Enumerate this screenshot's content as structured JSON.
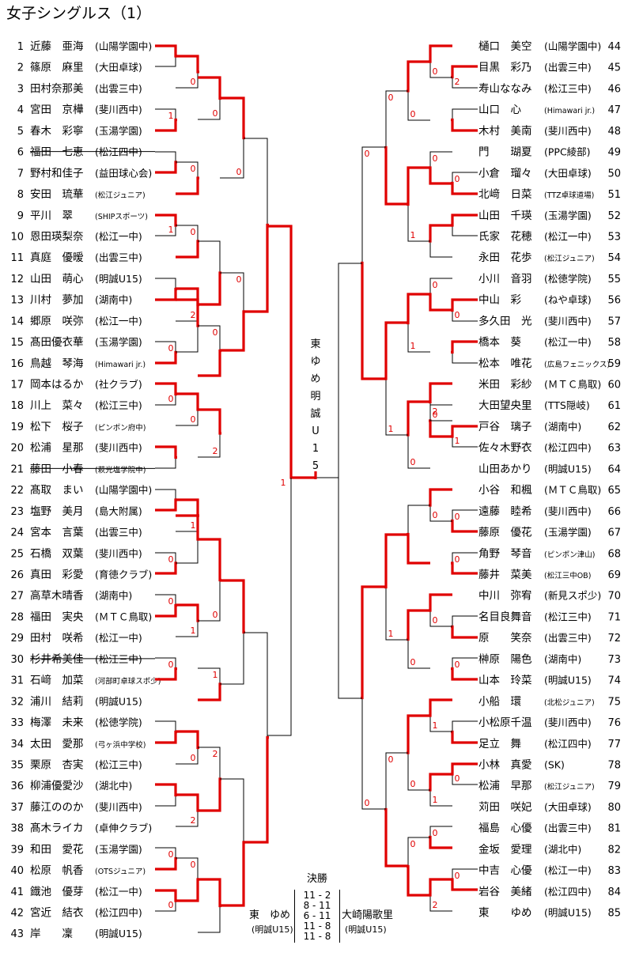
{
  "title": "女子シングルス（1）",
  "champion": [
    "東",
    "ゆ",
    "め",
    "明",
    "誠",
    "U",
    "1",
    "5"
  ],
  "final": {
    "heading": "決勝",
    "left_name": "東　ゆめ",
    "left_club": "(明誠U15)",
    "right_name": "大崎陽歌里",
    "right_club": "(明誠U15)",
    "scores": [
      "11 - 2",
      "8 - 11",
      "6 - 11",
      "11 - 8",
      "11 - 8"
    ]
  },
  "left_players": [
    {
      "no": "1",
      "name": "近藤　亜海",
      "club": "(山陽学園中)"
    },
    {
      "no": "2",
      "name": "篠原　麻里",
      "club": "(大田卓球)"
    },
    {
      "no": "3",
      "name": "田村奈那美",
      "club": "(出雲三中)"
    },
    {
      "no": "4",
      "name": "宮田　京樺",
      "club": "(斐川西中)"
    },
    {
      "no": "5",
      "name": "春木　彩寧",
      "club": "(玉湯学園)"
    },
    {
      "no": "6",
      "name": "福田　七恵",
      "club": "(松江四中)",
      "withdrawn": true
    },
    {
      "no": "7",
      "name": "野村和佳子",
      "club": "(益田球心会)"
    },
    {
      "no": "8",
      "name": "安田　琉華",
      "club": "(松江ジュニア)"
    },
    {
      "no": "9",
      "name": "平川　翠",
      "club": "(SHIPスポーツ)"
    },
    {
      "no": "10",
      "name": "恩田瑛梨奈",
      "club": "(松江一中)"
    },
    {
      "no": "11",
      "name": "真庭　優暧",
      "club": "(出雲三中)"
    },
    {
      "no": "12",
      "name": "山田　萌心",
      "club": "(明誠U15)"
    },
    {
      "no": "13",
      "name": "川村　夢加",
      "club": "(湖南中)"
    },
    {
      "no": "14",
      "name": "郷原　咲弥",
      "club": "(松江一中)"
    },
    {
      "no": "15",
      "name": "髙田優衣華",
      "club": "(玉湯学園)"
    },
    {
      "no": "16",
      "name": "鳥越　琴海",
      "club": "(Himawari jr.)"
    },
    {
      "no": "17",
      "name": "岡本はるか",
      "club": "(社クラブ)"
    },
    {
      "no": "18",
      "name": "川上　菜々",
      "club": "(松江三中)"
    },
    {
      "no": "19",
      "name": "松下　桜子",
      "club": "(ピンポン府中)"
    },
    {
      "no": "20",
      "name": "松浦　星那",
      "club": "(斐川西中)"
    },
    {
      "no": "21",
      "name": "藤田　小春",
      "club": "(萩光塩学院中)",
      "withdrawn": true
    },
    {
      "no": "22",
      "name": "髙取　まい",
      "club": "(山陽学園中)"
    },
    {
      "no": "23",
      "name": "塩野　美月",
      "club": "(島大附属)"
    },
    {
      "no": "24",
      "name": "宮本　言葉",
      "club": "(出雲三中)"
    },
    {
      "no": "25",
      "name": "石橋　双葉",
      "club": "(斐川西中)"
    },
    {
      "no": "26",
      "name": "真田　彩愛",
      "club": "(育徳クラブ)"
    },
    {
      "no": "27",
      "name": "高草木晴香",
      "club": "(湖南中)"
    },
    {
      "no": "28",
      "name": "福田　実央",
      "club": "(ＭＴＣ鳥取)"
    },
    {
      "no": "29",
      "name": "田村　咲希",
      "club": "(松江一中)"
    },
    {
      "no": "30",
      "name": "杉井希美佳",
      "club": "(松江三中)",
      "withdrawn": true
    },
    {
      "no": "31",
      "name": "石﨑　加菜",
      "club": "(河部町卓球スポ少)"
    },
    {
      "no": "32",
      "name": "浦川　結莉",
      "club": "(明誠U15)"
    },
    {
      "no": "33",
      "name": "梅澤　未来",
      "club": "(松徳学院)"
    },
    {
      "no": "34",
      "name": "太田　愛那",
      "club": "(弓ヶ浜中学校)"
    },
    {
      "no": "35",
      "name": "栗原　杏実",
      "club": "(松江三中)"
    },
    {
      "no": "36",
      "name": "柳浦優愛沙",
      "club": "(湖北中)"
    },
    {
      "no": "37",
      "name": "藤江ののか",
      "club": "(斐川西中)"
    },
    {
      "no": "38",
      "name": "髙木ライカ",
      "club": "(卓伸クラブ)"
    },
    {
      "no": "39",
      "name": "和田　愛花",
      "club": "(玉湯学園)"
    },
    {
      "no": "40",
      "name": "松原　帆香",
      "club": "(OTSジュニア)"
    },
    {
      "no": "41",
      "name": "鐡池　優芽",
      "club": "(松江一中)"
    },
    {
      "no": "42",
      "name": "宮近　結衣",
      "club": "(松江四中)"
    },
    {
      "no": "43",
      "name": "岸　　凜",
      "club": "(明誠U15)"
    }
  ],
  "right_players": [
    {
      "no": "44",
      "name": "樋口　美空",
      "club": "(山陽学園中)"
    },
    {
      "no": "45",
      "name": "目黒　彩乃",
      "club": "(出雲三中)"
    },
    {
      "no": "46",
      "name": "寿山ななみ",
      "club": "(松江三中)"
    },
    {
      "no": "47",
      "name": "山口　心",
      "club": "(Himawari jr.)"
    },
    {
      "no": "48",
      "name": "木村　美南",
      "club": "(斐川西中)"
    },
    {
      "no": "49",
      "name": "門　　瑚夏",
      "club": "(PPC綾部)"
    },
    {
      "no": "50",
      "name": "小倉　瑠々",
      "club": "(大田卓球)"
    },
    {
      "no": "51",
      "name": "北﨑　日菜",
      "club": "(TTZ卓球道場)"
    },
    {
      "no": "52",
      "name": "山田　千瑛",
      "club": "(玉湯学園)"
    },
    {
      "no": "53",
      "name": "氏家　花穂",
      "club": "(松江一中)"
    },
    {
      "no": "54",
      "name": "永田　花歩",
      "club": "(松江ジュニア)"
    },
    {
      "no": "55",
      "name": "小川　音羽",
      "club": "(松徳学院)"
    },
    {
      "no": "56",
      "name": "中山　彩",
      "club": "(ねや卓球)"
    },
    {
      "no": "57",
      "name": "多久田　光",
      "club": "(斐川西中)"
    },
    {
      "no": "58",
      "name": "橋本　葵",
      "club": "(松江一中)"
    },
    {
      "no": "59",
      "name": "松本　唯花",
      "club": "(広島フェニックス)"
    },
    {
      "no": "60",
      "name": "米田　彩紗",
      "club": "(ＭＴＣ鳥取)"
    },
    {
      "no": "61",
      "name": "大田望央里",
      "club": "(TTS隠岐)"
    },
    {
      "no": "62",
      "name": "戸谷　璃子",
      "club": "(湖南中)"
    },
    {
      "no": "63",
      "name": "佐々木野衣",
      "club": "(松江四中)"
    },
    {
      "no": "64",
      "name": "山田あかり",
      "club": "(明誠U15)"
    },
    {
      "no": "65",
      "name": "小谷　和楓",
      "club": "(ＭＴＣ鳥取)"
    },
    {
      "no": "66",
      "name": "遠藤　睦希",
      "club": "(斐川西中)"
    },
    {
      "no": "67",
      "name": "藤原　優花",
      "club": "(玉湯学園)"
    },
    {
      "no": "68",
      "name": "角野　琴音",
      "club": "(ピンポン津山)"
    },
    {
      "no": "69",
      "name": "藤井　菜美",
      "club": "(松江三中OB)"
    },
    {
      "no": "70",
      "name": "中川　弥宥",
      "club": "(新見スポ少)"
    },
    {
      "no": "71",
      "name": "名目良舞音",
      "club": "(松江三中)"
    },
    {
      "no": "72",
      "name": "原　　笑奈",
      "club": "(出雲三中)"
    },
    {
      "no": "73",
      "name": "榊原　陽色",
      "club": "(湖南中)"
    },
    {
      "no": "74",
      "name": "山本　玲菜",
      "club": "(明誠U15)"
    },
    {
      "no": "75",
      "name": "小船　環",
      "club": "(北松ジュニア)"
    },
    {
      "no": "76",
      "name": "小松原千温",
      "club": "(斐川西中)"
    },
    {
      "no": "77",
      "name": "足立　舞",
      "club": "(松江四中)"
    },
    {
      "no": "78",
      "name": "小林　真愛",
      "club": "(SK)"
    },
    {
      "no": "79",
      "name": "松浦　早那",
      "club": "(松江ジュニア)"
    },
    {
      "no": "80",
      "name": "苅田　咲妃",
      "club": "(大田卓球)"
    },
    {
      "no": "81",
      "name": "福島　心優",
      "club": "(出雲三中)"
    },
    {
      "no": "82",
      "name": "金坂　愛理",
      "club": "(湖北中)"
    },
    {
      "no": "83",
      "name": "中吉　心優",
      "club": "(松江一中)"
    },
    {
      "no": "84",
      "name": "岩谷　美緒",
      "club": "(松江四中)"
    },
    {
      "no": "85",
      "name": "東　　ゆめ",
      "club": "(明誠U15)"
    }
  ],
  "left_matches": [
    {
      "r": 0,
      "y": [
        58,
        84
      ],
      "w": 0,
      "ls": "",
      "ws": ""
    },
    {
      "r": 1,
      "y": [
        71,
        111
      ],
      "w": 0,
      "ls": "0",
      "ws": ""
    },
    {
      "r": 0,
      "y": [
        138,
        165
      ],
      "w": 1,
      "ls": "1",
      "ws": ""
    },
    {
      "r": 0,
      "y": [
        192,
        218
      ],
      "w": 1,
      "ls": "",
      "ws": ""
    },
    {
      "r": 1,
      "y": [
        205,
        245
      ],
      "w": 1,
      "ls": "0",
      "ws": ""
    },
    {
      "r": 2,
      "y": [
        98,
        151
      ],
      "w": 0,
      "ls": "0",
      "ws": ""
    },
    {
      "r": 3,
      "y": [
        124,
        225
      ],
      "w": 0,
      "ls": "0",
      "ws": ""
    },
    {
      "r": 0,
      "y": [
        272,
        298
      ],
      "w": 0,
      "ls": "1",
      "ws": ""
    },
    {
      "r": 0,
      "y": [
        352,
        379
      ],
      "w": 1,
      "ls": "",
      "ws": ""
    },
    {
      "r": 1,
      "y": [
        285,
        325
      ],
      "w": 1,
      "ls": "0",
      "ws": ""
    },
    {
      "r": 1,
      "y": [
        365,
        406
      ],
      "w": 0,
      "ls": "2",
      "ws": ""
    },
    {
      "r": 0,
      "y": [
        432,
        459
      ],
      "w": 1,
      "ls": "0",
      "ws": ""
    },
    {
      "r": 2,
      "y": [
        305,
        385
      ],
      "w": 1,
      "ls": "",
      "ws": ""
    },
    {
      "r": 1,
      "y": [
        379,
        445
      ],
      "w": 0,
      "ls": "",
      "ws": ""
    },
    {
      "r": 0,
      "y": [
        485,
        512
      ],
      "w": 0,
      "ls": "0",
      "ws": ""
    },
    {
      "r": 1,
      "y": [
        498,
        538
      ],
      "w": 0,
      "ls": "0",
      "ws": ""
    },
    {
      "r": 0,
      "y": [
        565,
        592
      ],
      "w": 0,
      "ls": "",
      "ws": ""
    },
    {
      "r": 2,
      "y": [
        412,
        475
      ],
      "w": 1,
      "ls": "0",
      "ws": ""
    },
    {
      "r": 3,
      "y": [
        345,
        443
      ],
      "w": 1,
      "ls": "0",
      "ws": ""
    },
    {
      "r": 2,
      "y": [
        518,
        578
      ],
      "w": 0,
      "ls": "2",
      "ws": ""
    },
    {
      "r": 4,
      "y": [
        175,
        394
      ],
      "w": 1,
      "ls": "",
      "ws": ""
    },
    {
      "r": 0,
      "y": [
        619,
        645
      ],
      "w": 1,
      "ls": "",
      "ws": ""
    },
    {
      "r": 1,
      "y": [
        632,
        672
      ],
      "w": 0,
      "ls": "1",
      "ws": ""
    },
    {
      "r": 0,
      "y": [
        699,
        725
      ],
      "w": 1,
      "ls": "0",
      "ws": ""
    },
    {
      "r": 0,
      "y": [
        752,
        779
      ],
      "w": 1,
      "ls": "0",
      "ws": ""
    },
    {
      "r": 1,
      "y": [
        652,
        712
      ],
      "w": 0,
      "ls": "",
      "ws": ""
    },
    {
      "r": 1,
      "y": [
        765,
        805
      ],
      "w": 0,
      "ls": "1",
      "ws": ""
    },
    {
      "r": 0,
      "y": [
        832,
        859
      ],
      "w": 1,
      "ls": "0",
      "ws": ""
    },
    {
      "r": 2,
      "y": [
        682,
        785
      ],
      "w": 0,
      "ls": "0",
      "ws": ""
    },
    {
      "r": 2,
      "y": [
        845,
        885
      ],
      "w": 1,
      "ls": "1",
      "ws": ""
    },
    {
      "r": 3,
      "y": [
        734,
        865
      ],
      "w": 0,
      "ls": "",
      "ws": ""
    },
    {
      "r": 0,
      "y": [
        912,
        939
      ],
      "w": 1,
      "ls": "",
      "ws": ""
    },
    {
      "r": 1,
      "y": [
        925,
        966
      ],
      "w": 0,
      "ls": "0",
      "ws": ""
    },
    {
      "r": 0,
      "y": [
        992,
        1019
      ],
      "w": 0,
      "ls": "",
      "ws": ""
    },
    {
      "r": 1,
      "y": [
        1005,
        1045
      ],
      "w": 0,
      "ls": "2",
      "ws": ""
    },
    {
      "r": 0,
      "y": [
        1072,
        1099
      ],
      "w": 1,
      "ls": "0",
      "ws": ""
    },
    {
      "r": 0,
      "y": [
        1126,
        1152
      ],
      "w": 0,
      "ls": "0",
      "ws": ""
    },
    {
      "r": 1,
      "y": [
        1085,
        1139
      ],
      "w": 1,
      "ls": "0",
      "ws": ""
    },
    {
      "r": 2,
      "y": [
        945,
        1025
      ],
      "w": 1,
      "ls": "2",
      "ws": ""
    },
    {
      "r": 2,
      "y": [
        1112,
        1179
      ],
      "w": 0,
      "ls": "",
      "ws": ""
    },
    {
      "r": 3,
      "y": [
        985,
        1145
      ],
      "w": 1,
      "ls": "",
      "ws": ""
    },
    {
      "r": 4,
      "y": [
        800,
        1065
      ],
      "w": 1,
      "ls": "",
      "ws": ""
    }
  ],
  "right_matches": [
    {
      "r": 0,
      "y": [
        84,
        111
      ],
      "w": 0,
      "ls": "2",
      "ws": ""
    },
    {
      "r": 1,
      "y": [
        58,
        98
      ],
      "w": 0,
      "ls": "0",
      "ws": ""
    },
    {
      "r": 0,
      "y": [
        138,
        165
      ],
      "w": 1,
      "ls": "",
      "ws": ""
    },
    {
      "r": 0,
      "y": [
        218,
        245
      ],
      "w": 1,
      "ls": "0",
      "ws": ""
    },
    {
      "r": 1,
      "y": [
        192,
        232
      ],
      "w": 1,
      "ls": "0",
      "ws": ""
    },
    {
      "r": 2,
      "y": [
        78,
        152
      ],
      "w": 0,
      "ls": "0",
      "ws": ""
    },
    {
      "r": 0,
      "y": [
        272,
        298
      ],
      "w": 0,
      "ls": "",
      "ws": ""
    },
    {
      "r": 1,
      "y": [
        285,
        325
      ],
      "w": 0,
      "ls": "",
      "ws": ""
    },
    {
      "r": 2,
      "y": [
        212,
        305
      ],
      "w": 0,
      "ls": "1",
      "ws": ""
    },
    {
      "r": 3,
      "y": [
        115,
        258
      ],
      "w": 1,
      "ls": "0",
      "ws": ""
    },
    {
      "r": 0,
      "y": [
        379,
        406
      ],
      "w": 0,
      "ls": "0",
      "ws": ""
    },
    {
      "r": 1,
      "y": [
        352,
        392
      ],
      "w": 1,
      "ls": "0",
      "ws": ""
    },
    {
      "r": 0,
      "y": [
        432,
        459
      ],
      "w": 0,
      "ls": "",
      "ws": ""
    },
    {
      "r": 2,
      "y": [
        372,
        445
      ],
      "w": 0,
      "ls": "1",
      "ws": ""
    },
    {
      "r": 0,
      "y": [
        539,
        565
      ],
      "w": 0,
      "ls": "1",
      "ws": ""
    },
    {
      "r": 1,
      "y": [
        512,
        552
      ],
      "w": 1,
      "ls": "2",
      "ws": ""
    },
    {
      "r": 1,
      "y": [
        485,
        532
      ],
      "w": 0,
      "ls": "0",
      "ws": ""
    },
    {
      "r": 2,
      "y": [
        508,
        592
      ],
      "w": 0,
      "ls": "0",
      "ws": ""
    },
    {
      "r": 3,
      "y": [
        408,
        550
      ],
      "w": 0,
      "ls": "1",
      "ws": ""
    },
    {
      "r": 4,
      "y": [
        186,
        479
      ],
      "w": 1,
      "ls": "0",
      "ws": ""
    },
    {
      "r": 0,
      "y": [
        645,
        672
      ],
      "w": 1,
      "ls": "0",
      "ws": ""
    },
    {
      "r": 1,
      "y": [
        619,
        659
      ],
      "w": 0,
      "ls": "0",
      "ws": ""
    },
    {
      "r": 0,
      "y": [
        699,
        725
      ],
      "w": 1,
      "ls": "0",
      "ws": ""
    },
    {
      "r": 2,
      "y": [
        639,
        712
      ],
      "w": 1,
      "ls": "",
      "ws": ""
    },
    {
      "r": 0,
      "y": [
        779,
        806
      ],
      "w": 1,
      "ls": "",
      "ws": ""
    },
    {
      "r": 1,
      "y": [
        752,
        792
      ],
      "w": 0,
      "ls": "0",
      "ws": ""
    },
    {
      "r": 0,
      "y": [
        832,
        859
      ],
      "w": 1,
      "ls": "0",
      "ws": ""
    },
    {
      "r": 2,
      "y": [
        772,
        845
      ],
      "w": 0,
      "ls": "0",
      "ws": ""
    },
    {
      "r": 3,
      "y": [
        676,
        809
      ],
      "w": 0,
      "ls": "1",
      "ws": ""
    },
    {
      "r": 0,
      "y": [
        912,
        939
      ],
      "w": 1,
      "ls": "",
      "ws": ""
    },
    {
      "r": 1,
      "y": [
        885,
        925
      ],
      "w": 0,
      "ls": "1",
      "ws": ""
    },
    {
      "r": 0,
      "y": [
        966,
        992
      ],
      "w": 0,
      "ls": "0",
      "ws": ""
    },
    {
      "r": 1,
      "y": [
        979,
        1019
      ],
      "w": 0,
      "ls": "1",
      "ws": ""
    },
    {
      "r": 2,
      "y": [
        905,
        999
      ],
      "w": 0,
      "ls": "0",
      "ws": ""
    },
    {
      "r": 0,
      "y": [
        1099,
        1125
      ],
      "w": 1,
      "ls": "0",
      "ws": ""
    },
    {
      "r": 1,
      "y": [
        1045,
        1072
      ],
      "w": 1,
      "ls": "0",
      "ws": ""
    },
    {
      "r": 1,
      "y": [
        1112,
        1152
      ],
      "w": 0,
      "ls": "2",
      "ws": ""
    },
    {
      "r": 2,
      "y": [
        1059,
        1132
      ],
      "w": 1,
      "ls": "0",
      "ws": ""
    },
    {
      "r": 3,
      "y": [
        952,
        1095
      ],
      "w": 1,
      "ls": "0",
      "ws": ""
    },
    {
      "r": 4,
      "y": [
        742,
        1023
      ],
      "w": 0,
      "ls": "0",
      "ws": ""
    }
  ],
  "semis": {
    "left_score": "1",
    "right_score": ""
  }
}
